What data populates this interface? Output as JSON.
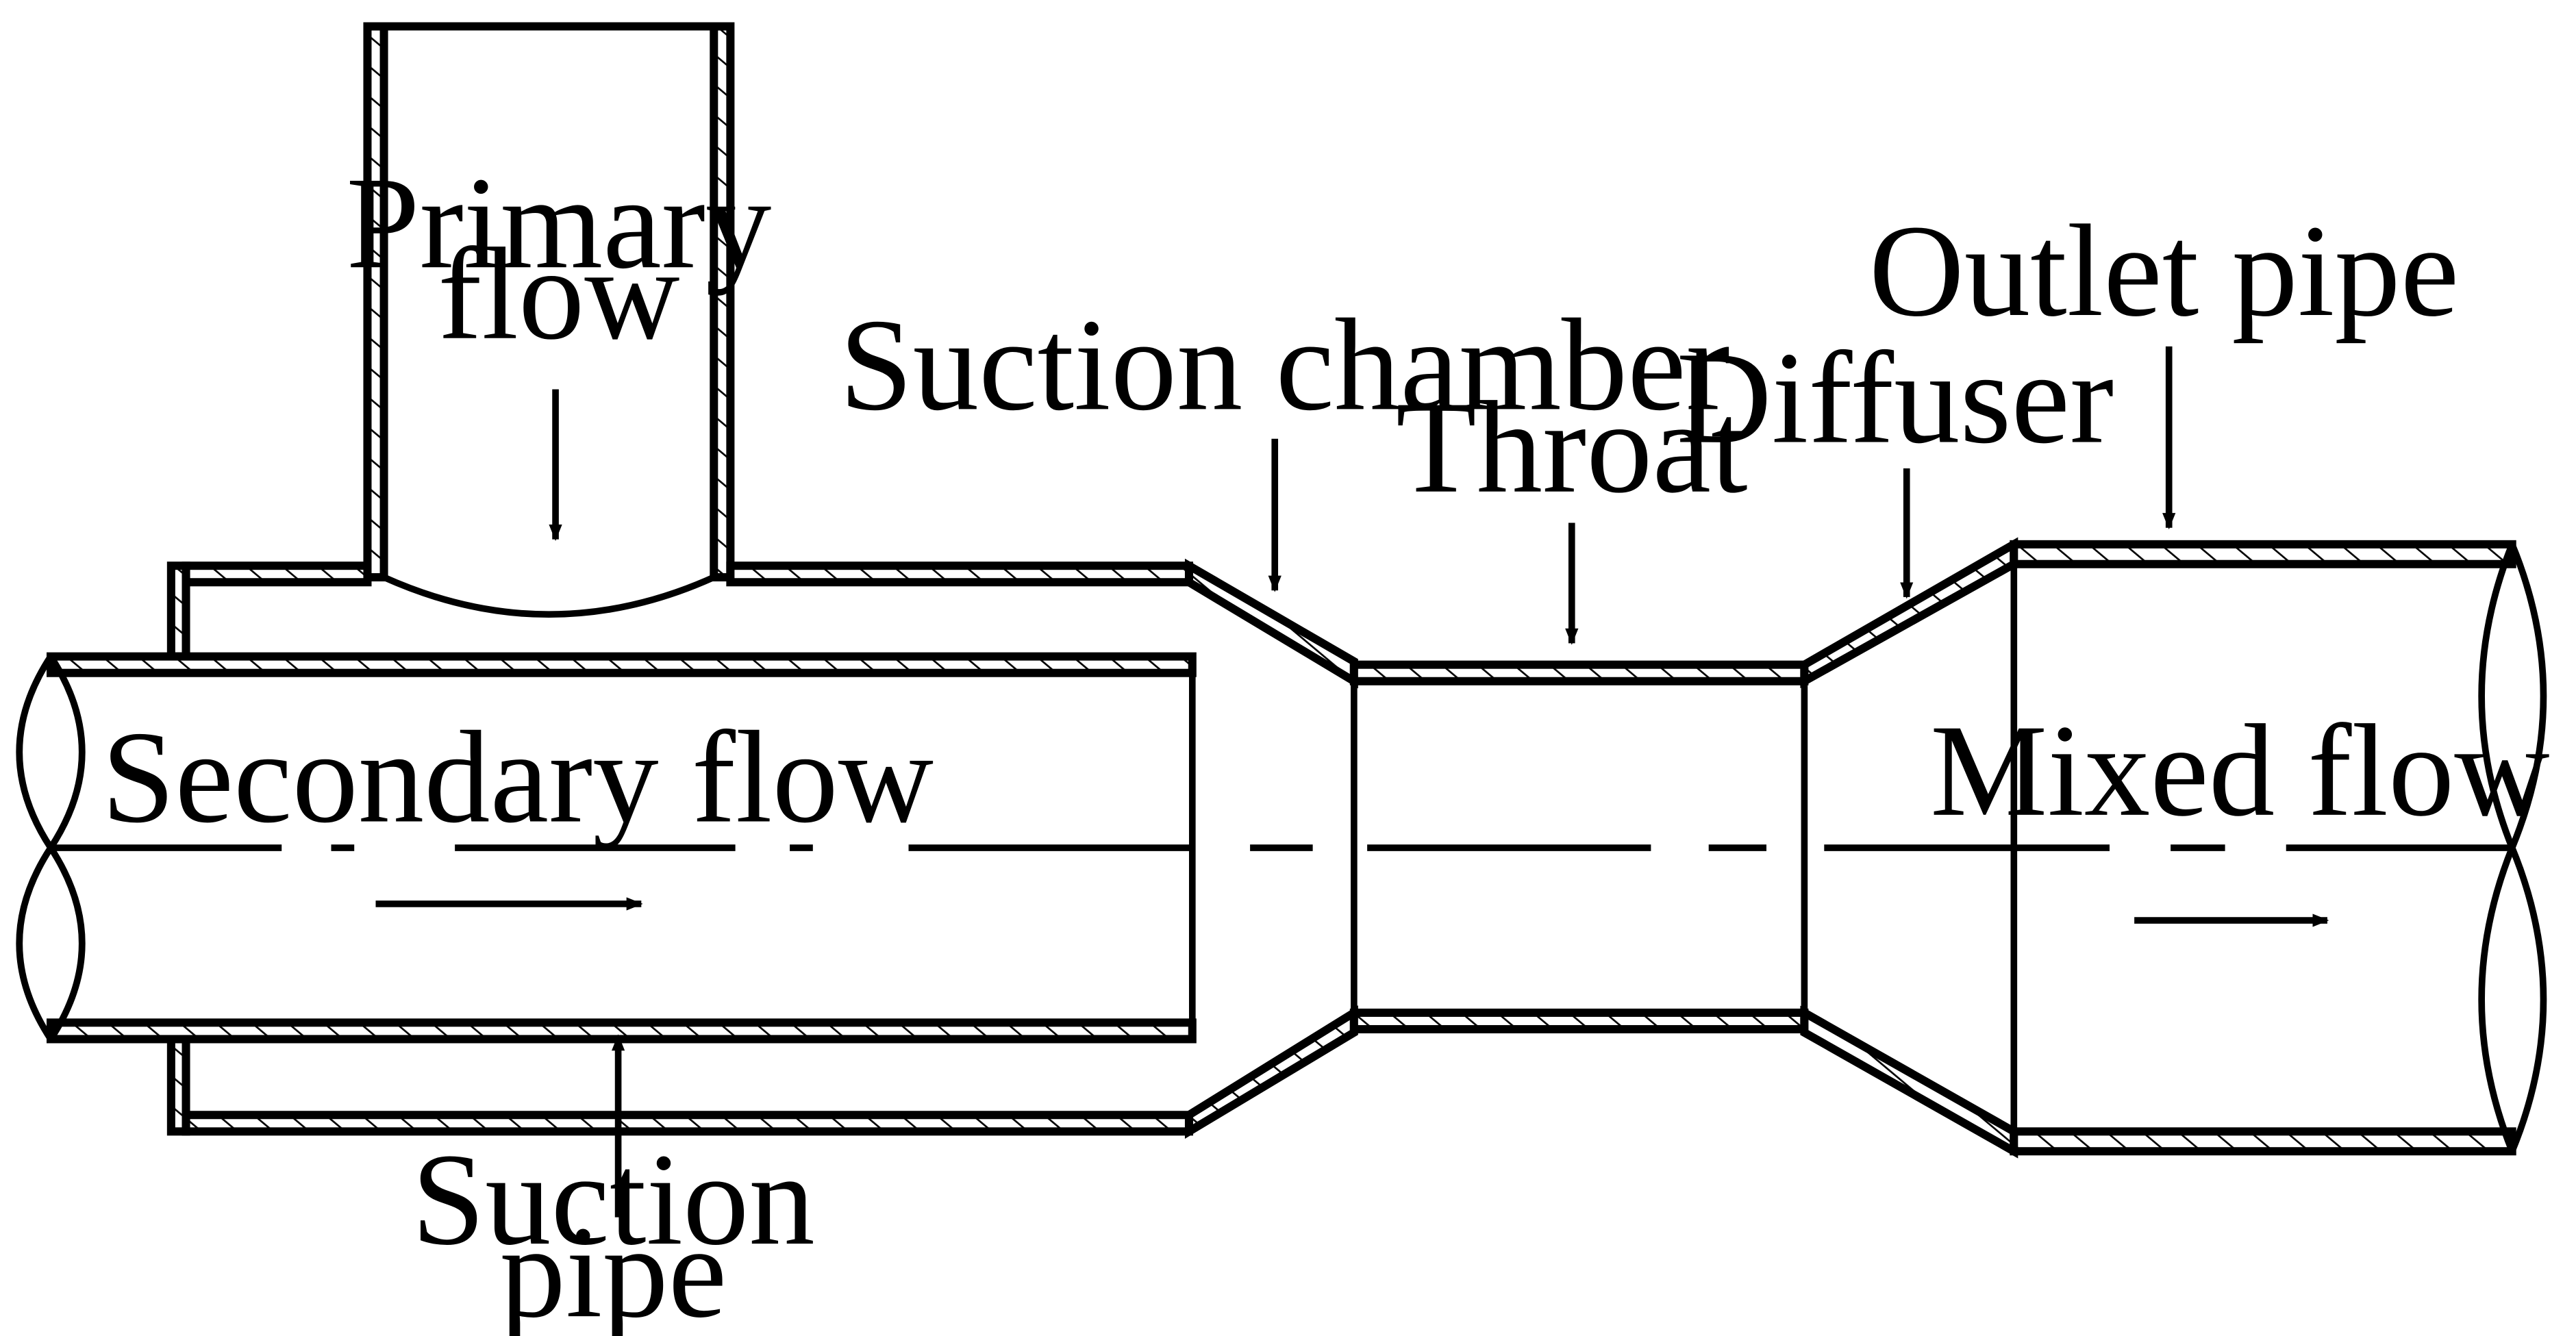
{
  "labels": {
    "primary_flow_line1": "Primary",
    "primary_flow_line2": "flow",
    "secondary_flow": "Secondary flow",
    "suction_chamber": "Suction chamber",
    "throat": "Throat",
    "diffuser": "Diffuser",
    "outlet_pipe": "Outlet pipe",
    "mixed_flow": "Mixed flow",
    "suction_pipe_line1": "Suction",
    "suction_pipe_line2": "pipe"
  }
}
